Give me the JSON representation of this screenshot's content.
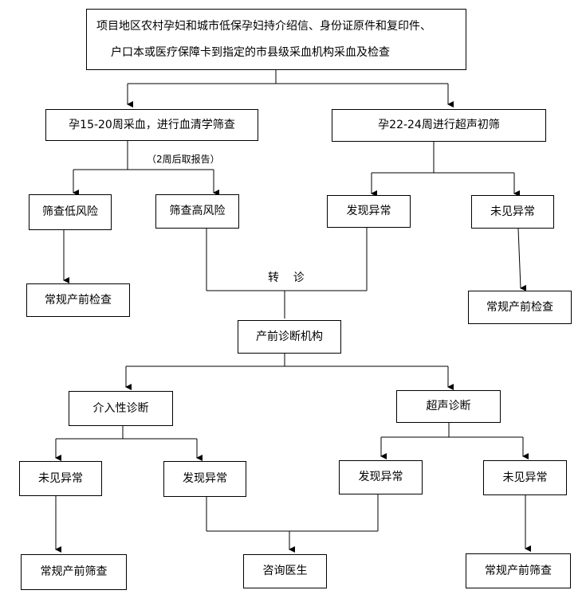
{
  "top": {
    "line1": "项目地区农村孕妇和城市低保孕妇持介绍信、身份证原件和复印件、",
    "line2": "户口本或医疗保障卡到指定的市县级采血机构采血及检查"
  },
  "serum_screening": "孕15-20周采血，进行血清学筛查",
  "ultrasound_screening": "孕22-24周进行超声初筛",
  "report_note": "（2周后取报告）",
  "low_risk": "筛查低风险",
  "high_risk": "筛查高风险",
  "us_abnormal": "发现异常",
  "us_normal": "未见异常",
  "routine_check_left": "常规产前检查",
  "routine_check_right": "常规产前检查",
  "referral": "转    诊",
  "prenatal_center": "产前诊断机构",
  "invasive_diagnosis": "介入性诊断",
  "ultrasound_diagnosis": "超声诊断",
  "inv_normal": "未见异常",
  "inv_abnormal": "发现异常",
  "usd_abnormal": "发现异常",
  "usd_normal": "未见异常",
  "routine_screen_left": "常规产前筛查",
  "consult_doctor": "咨询医生",
  "routine_screen_right": "常规产前筛查"
}
